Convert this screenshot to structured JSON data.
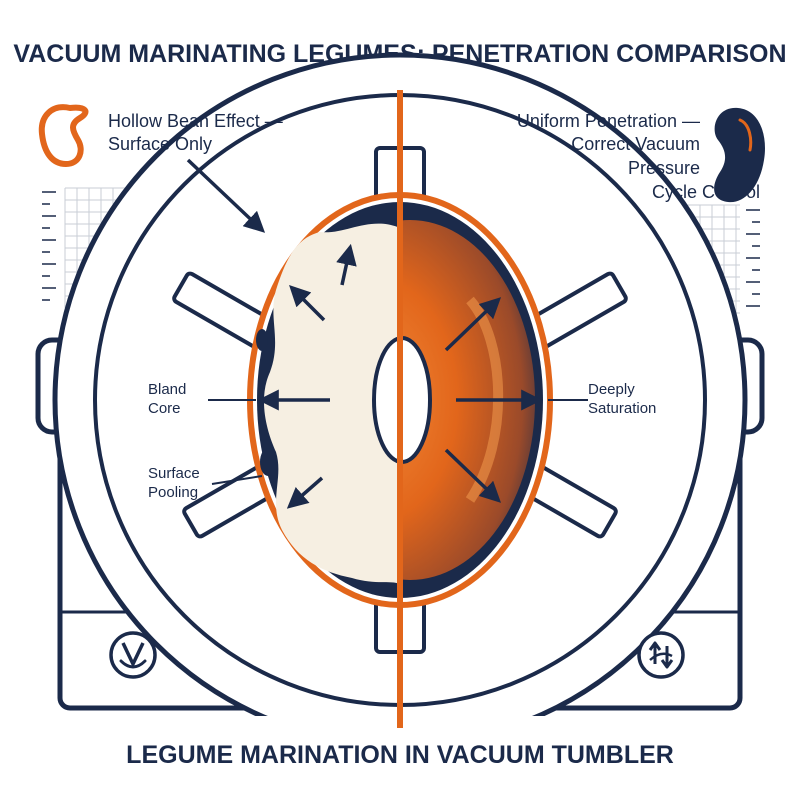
{
  "title": "VACUUM MARINATING LEGUMES: PENETRATION COMPARISON",
  "footer": "LEGUME MARINATION IN VACUUM TUMBLER",
  "left_panel": {
    "header_lines": [
      "Hollow Bean Effect —",
      "Surface Only"
    ],
    "label_core": [
      "Bland",
      "Core"
    ],
    "label_pooling": [
      "Surface",
      "Pooling"
    ]
  },
  "right_panel": {
    "header_lines": [
      "Uniform Penetration —",
      "Correct Vacuum",
      "Pressure",
      "Cycle Control"
    ],
    "label_saturation": [
      "Deeply",
      "Saturation"
    ]
  },
  "icons": {
    "bean_outline": "kidney-bean-outline-icon",
    "bean_solid": "kidney-bean-solid-icon",
    "vacuum_dial": "vacuum-v-dial-icon",
    "tumble_dial": "tumble-rotate-dial-icon"
  },
  "colors": {
    "navy": "#1b2a4a",
    "orange": "#e2661b",
    "cream": "#f6efe2",
    "grid": "#c9ced6"
  }
}
